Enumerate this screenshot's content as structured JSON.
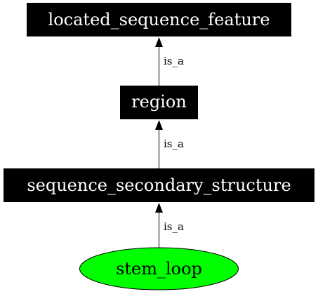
{
  "nodes": [
    {
      "id": "located_sequence_feature",
      "label": "located_sequence_feature",
      "shape": "box",
      "fill": "#000000",
      "text_color": "#ffffff"
    },
    {
      "id": "region",
      "label": "region",
      "shape": "box",
      "fill": "#000000",
      "text_color": "#ffffff"
    },
    {
      "id": "sequence_secondary_structure",
      "label": "sequence_secondary_structure",
      "shape": "box",
      "fill": "#000000",
      "text_color": "#ffffff"
    },
    {
      "id": "stem_loop",
      "label": "stem_loop",
      "shape": "ellipse",
      "fill": "#00ff00",
      "text_color": "#000000"
    }
  ],
  "edges": [
    {
      "from": "region",
      "to": "located_sequence_feature",
      "label": "is_a"
    },
    {
      "from": "sequence_secondary_structure",
      "to": "region",
      "label": "is_a"
    },
    {
      "from": "stem_loop",
      "to": "sequence_secondary_structure",
      "label": "is_a"
    }
  ]
}
